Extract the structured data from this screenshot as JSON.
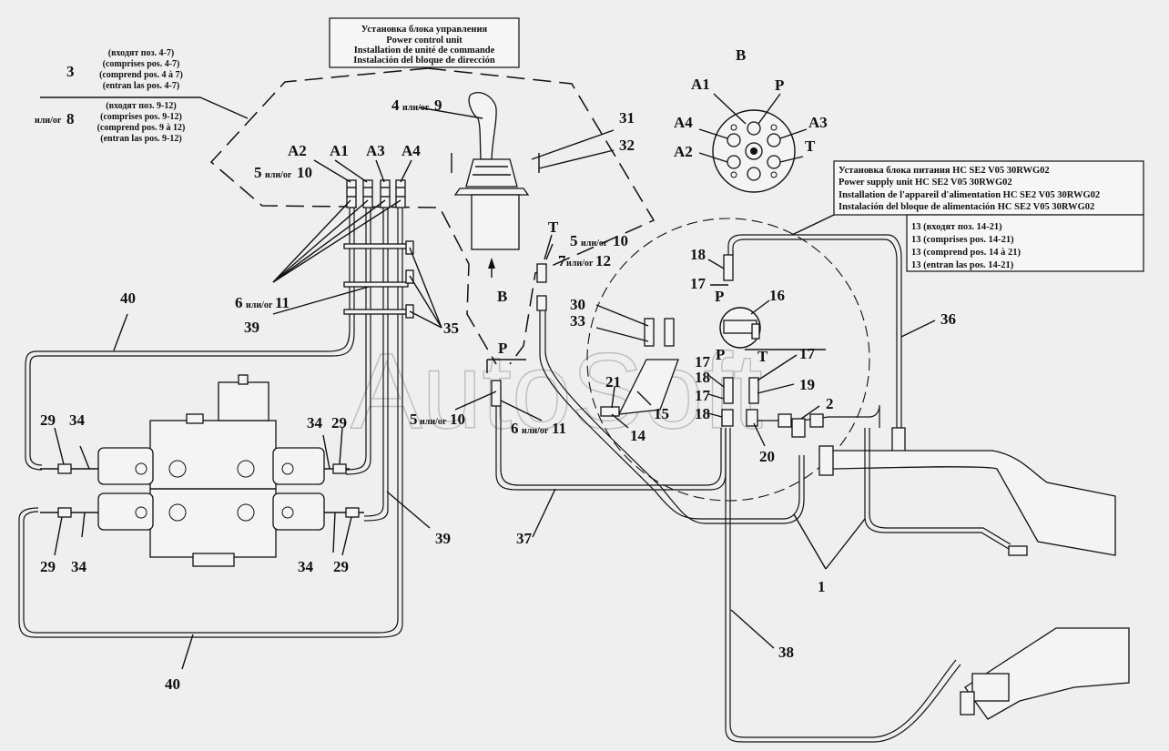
{
  "top_box": {
    "lines": [
      "Установка блока управления",
      "Power control unit",
      "Installation de unité de commande",
      "Instalación del bloque de dirección"
    ]
  },
  "left_group": {
    "num_a": "3",
    "lines_a": [
      "(входят поз. 4-7)",
      "(comprises pos. 4-7)",
      "(comprend pos. 4 à 7)",
      "(entran las pos. 4-7)"
    ],
    "num_b_prefix": "или/or",
    "num_b": "8",
    "lines_b": [
      "(входят поз. 9-12)",
      "(comprises pos. 9-12)",
      "(comprend pos. 9 à 12)",
      "(entran las pos. 9-12)"
    ]
  },
  "right_box": {
    "lines": [
      "Установка блока питания HC SE2 V05 30RWG02",
      "Power supply unit HC SE2 V05 30RWG02",
      "Installation de l'appareil d'alimentation HC SE2 V05 30RWG02",
      "Instalación del bloque de alimentación HC SE2 V05 30RWG02"
    ],
    "sub_lines": [
      "13 (входят поз. 14-21)",
      "13 (comprises pos. 14-21)",
      "13 (comprend pos. 14 à 21)",
      "13 (entran las pos. 14-21)"
    ]
  },
  "view_b": {
    "title": "B",
    "ports": [
      "A1",
      "P",
      "A4",
      "A3",
      "A2",
      "T"
    ]
  },
  "ports_top": [
    "A2",
    "A1",
    "A3",
    "A4"
  ],
  "callouts": {
    "c5_10_a": "5",
    "c5_10_a_or": "или/or",
    "c5_10_a_b": "10",
    "c4_9": "4",
    "c4_9_or": "или/or",
    "c4_9_b": "9",
    "c31": "31",
    "c32": "32",
    "cT1": "T",
    "c5_10_b": "5",
    "c5_10_b_or": "или/or",
    "c5_10_b_b": "10",
    "c7_12": "7",
    "c7_12_or": "или/or",
    "c7_12_b": "12",
    "c6_11_a": "6",
    "c6_11_a_or": "или/or",
    "c6_11_a_b": "11",
    "c35": "35",
    "c39a": "39",
    "c40a": "40",
    "cB": "B",
    "c30": "30",
    "c33": "33",
    "cP1": "P",
    "c5_10_c": "5",
    "c5_10_c_or": "или/or",
    "c5_10_c_b": "10",
    "c6_11_b": "6",
    "c6_11_b_or": "или/or",
    "c6_11_b_b": "11",
    "c21": "21",
    "c14": "14",
    "c15": "15",
    "c18a": "18",
    "c17a": "17",
    "cP2": "P",
    "c16": "16",
    "c17b": "17",
    "cP3": "P",
    "cT2": "T",
    "c17c": "17",
    "c18b": "18",
    "c19": "19",
    "c17d": "17",
    "c18c": "18",
    "c2": "2",
    "c20": "20",
    "c36": "36",
    "c29a": "29",
    "c34a": "34",
    "c34b": "34",
    "c29b": "29",
    "c29c": "29",
    "c34c": "34",
    "c34d": "34",
    "c29d": "29",
    "c39b": "39",
    "c37": "37",
    "c1": "1",
    "c38": "38",
    "c40b": "40"
  },
  "watermark": "AutoSoft"
}
